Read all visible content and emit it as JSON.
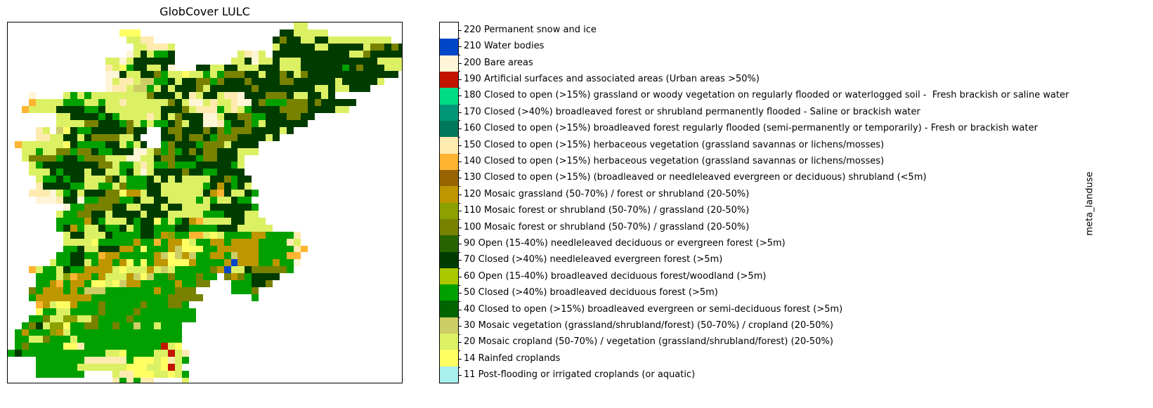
{
  "chart_data": {
    "type": "heatmap",
    "title": "GlobCover LULC",
    "colorbar_label": "meta_landuse",
    "xlabel": "",
    "ylabel": "",
    "axes_ticks": false,
    "legend_position": "right (categorical colorbar)",
    "categories": [
      {
        "code": 11,
        "label": "11 Post-flooding or irrigated croplands (or aquatic)",
        "color": "#aaefef"
      },
      {
        "code": 14,
        "label": "14 Rainfed croplands",
        "color": "#ffff64"
      },
      {
        "code": 20,
        "label": "20 Mosaic cropland (50-70%) / vegetation (grassland/shrubland/forest) (20-50%)",
        "color": "#dcf064"
      },
      {
        "code": 30,
        "label": "30 Mosaic vegetation (grassland/shrubland/forest) (50-70%) / cropland (20-50%)",
        "color": "#cdcd66"
      },
      {
        "code": 40,
        "label": "40 Closed to open (>15%) broadleaved evergreen or semi-deciduous forest (>5m)",
        "color": "#006400"
      },
      {
        "code": 50,
        "label": "50 Closed (>40%) broadleaved deciduous forest (>5m)",
        "color": "#00a000"
      },
      {
        "code": 60,
        "label": "60 Open (15-40%) broadleaved deciduous forest/woodland (>5m)",
        "color": "#aac800"
      },
      {
        "code": 70,
        "label": "70 Closed (>40%) needleleaved evergreen forest (>5m)",
        "color": "#003c00"
      },
      {
        "code": 90,
        "label": "90 Open (15-40%) needleleaved deciduous or evergreen forest (>5m)",
        "color": "#286400"
      },
      {
        "code": 100,
        "label": "100 Mosaic forest or shrubland (50-70%) / grassland (20-50%)",
        "color": "#788200"
      },
      {
        "code": 110,
        "label": "110 Mosaic forest or shrubland (50-70%) / grassland (20-50%)",
        "color": "#8ca000"
      },
      {
        "code": 120,
        "label": "120 Mosaic grassland (50-70%) / forest or shrubland (20-50%)",
        "color": "#be9600"
      },
      {
        "code": 130,
        "label": "130 Closed to open (>15%) (broadleaved or needleleaved evergreen or deciduous) shrubland (<5m)",
        "color": "#966400"
      },
      {
        "code": 140,
        "label": "140 Closed to open (>15%) herbaceous vegetation (grassland savannas or lichens/mosses)",
        "color": "#ffb432"
      },
      {
        "code": 150,
        "label": "150 Closed to open (>15%) herbaceous vegetation (grassland savannas or lichens/mosses)",
        "color": "#ffebaf"
      },
      {
        "code": 160,
        "label": "160 Closed to open (>15%) broadleaved forest regularly flooded (semi-permanently or temporarily) - Fresh or brackish water",
        "color": "#00785a"
      },
      {
        "code": 170,
        "label": "170 Closed (>40%) broadleaved forest or shrubland permanently flooded - Saline or brackish water",
        "color": "#009678"
      },
      {
        "code": 180,
        "label": "180 Closed to open (>15%) grassland or woody vegetation on regularly flooded or waterlogged soil -  Fresh brackish or saline water",
        "color": "#00dc82"
      },
      {
        "code": 190,
        "label": "190 Artificial surfaces and associated areas (Urban areas >50%)",
        "color": "#c31400"
      },
      {
        "code": 200,
        "label": "200 Bare areas",
        "color": "#fff5d7"
      },
      {
        "code": 210,
        "label": "210 Water bodies",
        "color": "#0046c8"
      },
      {
        "code": 220,
        "label": "220 Permanent snow and ice",
        "color": "#ffffff"
      }
    ],
    "raster_key": {
      ".": "#ffffff",
      "Y": "#ffff64",
      "L": "#dcf064",
      "s": "#cdcd66",
      "d": "#006400",
      "G": "#00a000",
      "D": "#003c00",
      "O": "#788200",
      "n": "#8ca000",
      "m": "#be9600",
      "o": "#ffb432",
      "c": "#ffebaf",
      "b": "#fff5d7",
      "R": "#c31400",
      "B": "#0046c8"
    },
    "raster_rows": [
      ".........................................LL..............",
      "................YYY....................DDLLLLL...........",
      ".................LLcc.................DODDLLDDLLLLLLLLL...",
      "..................LLcccL..............LDDDDDLLDDDDDLOODOD",
      ".................bLDLGGD.........LcbL.DDDDDDDDDDDLLODDDDD",
      "..............LLbLDDDDDD........LLDbLLDLLLDDDDDDDDDDDLLLL",
      "..............cLYGDDLLDb...DDLLDDLLLDDDLLLDDDDDDGDODDDLLL",
      "..............bbDLLDDOGLLYLLGLGOOODDLDDODLODDDDDDDDDDDDD.",
      "..............bLccLssGGDLDDOOGODDDODDDDOODDDDDDLDDDDDL...",
      "..............bccLssGLDLDDDOLDDDDDDODDDDDDDDLLDLLDDD.....",
      "...b....LGLGLLLLLLLLODDDLDcLDDLccbDDDOOODLLDDLD.........",
      "...oLLLLGGGLLGLLcLLLLLLODLbbLcLLcbbDOGGGOOODODDDDD.......",
      "..oLLLLDDDDGGDLLLLLLLLDDDOLcccGLcLGDDDDOOOODDDDLL........",
      ".......LLDDDDGDGLLLLcLDLODDDbbLDDOOGGDDDOODD............",
      ".......LLLLOODDDGOLGLGGDOLDDbbcGDDOGLDDDDDD..............",
      "....cL.sYDGGDDDDDODD..DOODDDODOGOOODDDDLD................",
      "....ccLLDDLDOOOOLLD...DDODOODGOOODDDDLD..................",
      ".oLLLLLLYDGGGGDDLGLD..GODDDGOOOLDDDD.....................",
      "..LLGLLOOGOODGGDDDbbLOGOGDODOODDDLLL.....................",
      "..LOOOOGDDGOOOLLLbbLLDOODDDGOODDDL.......................",
      "...LGDDDDDDDDOOLGGLcLGGOGGGDDDDDGL.......................",
      "...LLLDGDDDLDDLLGDLbLDDDDODDGGDDDD.......................",
      "....LGGDGDDLLLODLGGGDLDLDLLLLDDOGDD......................",
      "....cDDDDGGLLGGLOGGGDDLLLLLLGDmDGDL......................",
      "...cccbLGDLDDDOOYmmLDDLLLLLLDmoDLLDG.....................",
      "....bbbcDDbGGOOOGGDLLDDLLLLGLGLLDGG......................",
      "........bGGOOOODDLLDDDLDDLLLLDDDDDDG.....................",
      ".......LGGOODDLDDDDLDDDLLLLLGGGDDDLL.....................",
      ".......GGGGmDGLLLDGDDYGLGDmoLLLLDDLLL....................",
      ".......GDmGLLDGGDLGDDGGGDDGGGGDDDLLLLL...................",
      "........LDDLLLDGGGGDDGmnGGooLYLGGGGmmGGGGc...............",
      "........LLLLYGGGGGmGGoGmmYLGGmmGmmmmGGGGcL...............",
      "........GGDLLDDDmmGYGGGmsYYYGGmmmmmmGGGGGco..............",
      ".......GGDDGGommGGGGGmsYsmsGGmmGsmmmGGGGoo...............",
      "......LGGDDLGmmGmYGYGmmYYYmGGGGmBmmmGGmGGb...............",
      "...oLGGLDGGmmmmLYLLLmLsLGGGGGOmBLLDOOOOOG................",
      "....GGGLnommGmLLLmsYsGGOGGGOGG.OmOGDDDD..................",
      "....GGmoGmmGYYLYsmmGGGGGmGGOO...GGGDDO...................",
      "...OGmmmGmGsssGGGGGGGmGGOOO.....GGGO.....................",
      "...GmmmmmmmmGGGGGGGGGGGOOOOO.......G.....................",
      "....omLYYmGGGOGGGGGOGGGOOG...............................",
      "....YGGLLGGGGOGGGGOGGGGGGGG..............................",
      "...GGOLLnnLLOGGGGOGGGGGGGGG..............................",
      "..GODLnnYGGOOGGOGGsGGLGGG................................",
      ".GmGGGnmLGGGGGGGGGGGGGGGG................................",
      ".GGLLOGGGLGGGGGGGGGGGGGGG................................",
      ".GOGGGGGYYcGGGGGGGGGGGRLY................................",
      "GDGGGGGGGGGGGGLLYGGGGLLRLc...............................",
      "....GGGGGGGccccccGYYYLYcLG...............................",
      "....GGGGGGLLLLLLLYYYLLYRL................................",
      "....GGGGGGG....LccYYYLLYLG...............................",
      "...............cGcGcc....L...............................",
      "................GGGG....................................."
    ]
  },
  "map": {
    "title": "GlobCover LULC"
  },
  "colorbar": {
    "label": "meta_landuse"
  }
}
